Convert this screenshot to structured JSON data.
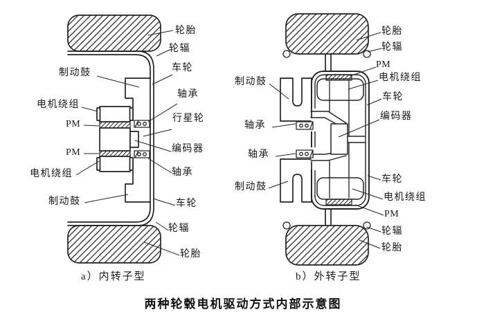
{
  "figure_caption": "两种轮毂电机驱动方式内部示意图",
  "colors": {
    "line": "#222222",
    "background": "#ffffff"
  },
  "a": {
    "caption": "a）内转子型",
    "labels": {
      "tire_top": "轮胎",
      "spoke_top": "轮辐",
      "wheel_top": "车轮",
      "brake_drum_top": "制动鼓",
      "bearing_top": "轴承",
      "motor_winding_top": "电机绕组",
      "pm_top": "PM",
      "planetary_gear": "行星轮",
      "encoder": "编码器",
      "pm_bottom": "PM",
      "motor_winding_bottom": "电机绕组",
      "bearing_bottom": "轴承",
      "brake_drum_bottom": "制动鼓",
      "wheel_bottom": "车轮",
      "spoke_bottom": "轮辐",
      "tire_bottom": "轮胎"
    }
  },
  "b": {
    "caption": "b）外转子型",
    "labels": {
      "tire_top": "轮胎",
      "spoke_top": "轮辐",
      "pm_top": "PM",
      "motor_winding_top": "电机绕组",
      "wheel_top": "车轮",
      "encoder": "编码器",
      "brake_drum_top": "制动鼓",
      "bearing_top": "轴承",
      "bearing_bottom": "轴承",
      "brake_drum_bottom": "制动鼓",
      "wheel_bottom": "车轮",
      "motor_winding_bottom": "电机绕组",
      "pm_bottom": "PM",
      "spoke_bottom": "轮辐",
      "tire_bottom": "轮胎"
    }
  }
}
